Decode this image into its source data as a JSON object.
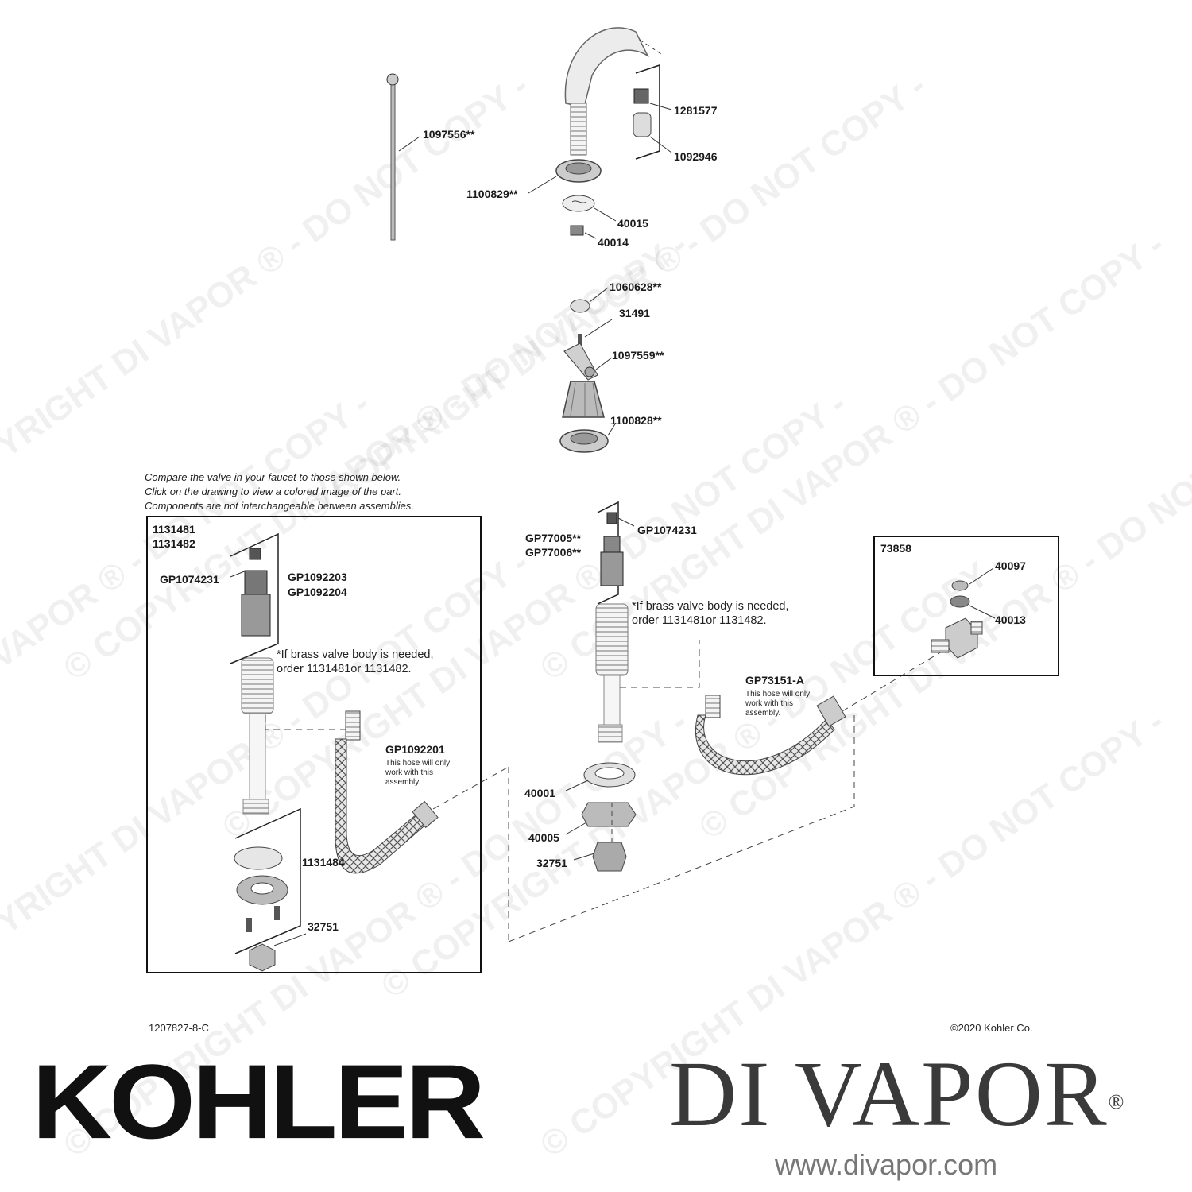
{
  "parts": {
    "p1097556": "1097556**",
    "p1281577": "1281577",
    "p1092946": "1092946",
    "p1100829": "1100829**",
    "p40015": "40015",
    "p40014": "40014",
    "p1060628": "1060628**",
    "p31491": "31491",
    "p1097559": "1097559**",
    "p1100828": "1100828**",
    "gp1074231_right": "GP1074231",
    "gp77005": "GP77005**",
    "gp77006": "GP77006**",
    "box_left_1131481": "1131481",
    "box_left_1131482": "1131482",
    "gp1074231_left": "GP1074231",
    "gp1092203": "GP1092203",
    "gp1092204": "GP1092204",
    "gp1092201": "GP1092201",
    "p1131484": "1131484",
    "p32751_left": "32751",
    "p40001": "40001",
    "p40005": "40005",
    "p32751_right": "32751",
    "box_right_73858": "73858",
    "p40097": "40097",
    "p40013": "40013",
    "gp73151a": "GP73151-A"
  },
  "notes": {
    "compare_line1": "Compare the valve in your faucet to those shown below.",
    "compare_line2": "Click on the drawing to view a colored image of the part.",
    "compare_line3": "Components are not interchangeable between assemblies.",
    "brass_left_line1": "*If brass valve body is needed,",
    "brass_left_line2": "order  1131481or  1131482.",
    "brass_right_line1": "*If brass valve body is needed,",
    "brass_right_line2": "order  1131481or  1131482.",
    "hose_left": "This hose will only work with this assembly.",
    "hose_right": "This hose will only work with this assembly."
  },
  "footer": {
    "doc_number": "1207827-8-C",
    "copyright": "©2020 Kohler Co."
  },
  "branding": {
    "kohler_logo": "KOHLER",
    "divapor_logo": "DI VAPOR",
    "divapor_reg": "®",
    "divapor_url": "www.divapor.com",
    "watermark_text": "© COPYRIGHT DI VAPOR ® - DO NOT COPY -"
  }
}
